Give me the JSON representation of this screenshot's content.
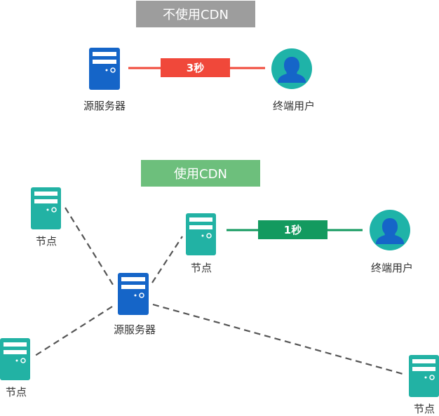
{
  "colors": {
    "gray_banner": "#9d9d9d",
    "green_banner": "#6dbf7c",
    "server_blue": "#1565c8",
    "node_teal": "#22b2a4",
    "user_teal": "#1fb3a8",
    "user_blue": "#1565c8",
    "red_line": "#f0483a",
    "green_line": "#139a5f",
    "dash": "#555555"
  },
  "top": {
    "banner": "不使用CDN",
    "server_label": "源服务器",
    "latency": "3秒",
    "user_label": "终端用户"
  },
  "bottom": {
    "banner": "使用CDN",
    "server_label": "源服务器",
    "node_label": "节点",
    "latency": "1秒",
    "user_label": "终端用户"
  },
  "icons": {
    "server": "server-icon",
    "node": "node-server-icon",
    "user": "user-avatar-icon"
  }
}
